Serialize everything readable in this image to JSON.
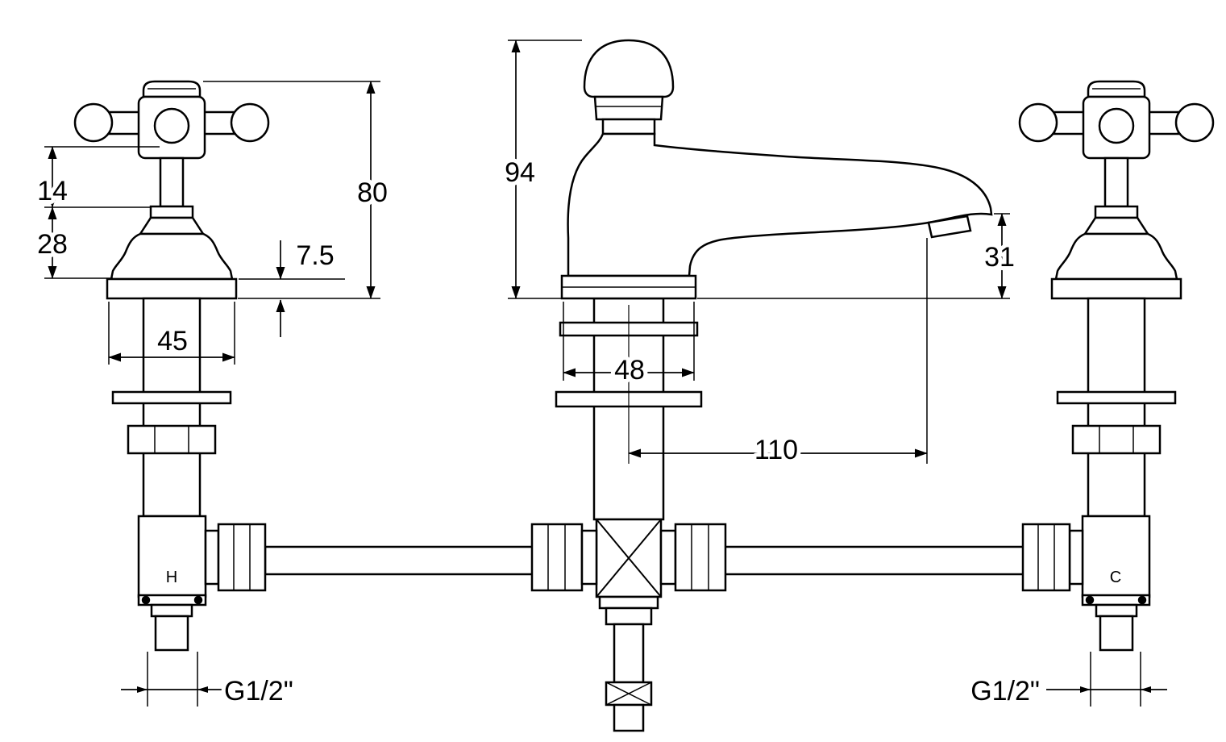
{
  "page": {
    "background": "#ffffff",
    "line_color": "#000000",
    "description": "Technical dimension drawing of a 3-hole basin mixer tap with two cross-head valves and central spout"
  },
  "dimensions": {
    "stem": "14",
    "bonnet": "28",
    "handle_height": "80",
    "flange_thickness": "7.5",
    "valve_base_width": "45",
    "spout_height": "94",
    "spout_base_width": "48",
    "spout_reach": "110",
    "outlet_height": "31",
    "hot_thread": "G1/2\"",
    "cold_thread": "G1/2\""
  },
  "labels": {
    "hot": "H",
    "cold": "C"
  }
}
